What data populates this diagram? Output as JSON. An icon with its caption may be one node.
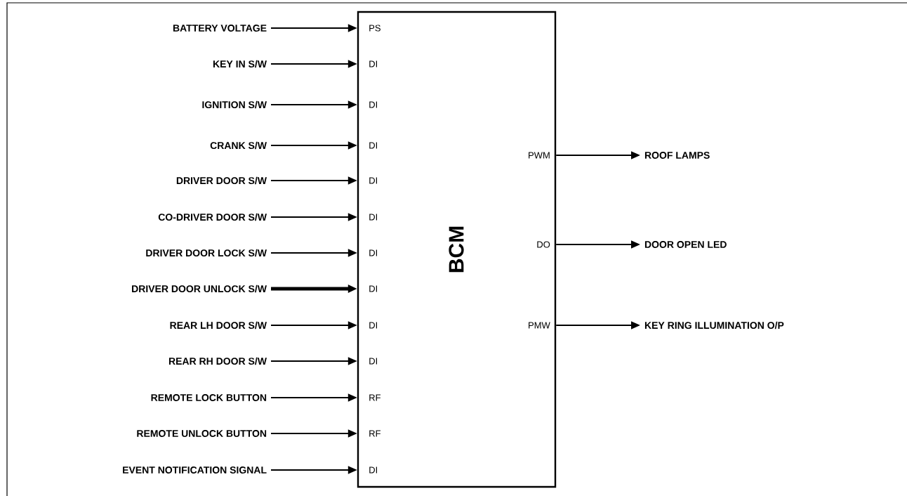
{
  "diagram": {
    "nodes": [
      {
        "text": [
          "BCM"
        ]
      },
      {
        "text": [
          "BATTERY VOLTAGE"
        ]
      },
      {
        "text": [
          "KEY IN S/W"
        ]
      },
      {
        "text": [
          "IGNITION S/W"
        ]
      },
      {
        "text": [
          "CRANK S/W"
        ]
      },
      {
        "text": [
          "DRIVER DOOR S/W"
        ]
      },
      {
        "text": [
          "CO-DRIVER DOOR S/W"
        ]
      },
      {
        "text": [
          "DRIVER DOOR LOCK S/W"
        ]
      },
      {
        "text": [
          "DRIVER DOOR UNLOCK S/W"
        ]
      },
      {
        "text": [
          "REAR LH DOOR S/W"
        ]
      },
      {
        "text": [
          "REAR RH DOOR S/W"
        ]
      },
      {
        "text": [
          "REMOTE LOCK BUTTON"
        ]
      },
      {
        "text": [
          "REMOTE UNLOCK BUTTON"
        ]
      },
      {
        "text": [
          "EVENT NOTIFICATION SIGNAL"
        ]
      },
      {
        "text": [
          "ROOF LAMPS"
        ]
      },
      {
        "text": [
          "DOOR OPEN LED"
        ]
      },
      {
        "text": [
          "KEY RING ILLUMINATION O/P"
        ]
      }
    ],
    "edges": [
      {
        "from": 1,
        "to": 0,
        "arrow": "to"
      },
      {
        "from": 2,
        "to": 0,
        "arrow": "to"
      },
      {
        "from": 3,
        "to": 0,
        "arrow": "to"
      },
      {
        "from": 4,
        "to": 0,
        "arrow": "to"
      },
      {
        "from": 5,
        "to": 0,
        "arrow": "to"
      },
      {
        "from": 6,
        "to": 0,
        "arrow": "to"
      },
      {
        "from": 7,
        "to": 0,
        "arrow": "to"
      },
      {
        "from": 8,
        "to": 0,
        "arrow": "to",
        "style": "thick"
      },
      {
        "from": 9,
        "to": 0,
        "arrow": "to"
      },
      {
        "from": 10,
        "to": 0,
        "arrow": "to"
      },
      {
        "from": 11,
        "to": 0,
        "arrow": "to"
      },
      {
        "from": 12,
        "to": 0,
        "arrow": "to"
      },
      {
        "from": 13,
        "to": 0,
        "arrow": "to"
      },
      {
        "from": 0,
        "to": 14,
        "arrow": "to"
      },
      {
        "from": 0,
        "to": 15,
        "arrow": "to"
      },
      {
        "from": 0,
        "to": 16,
        "arrow": "to"
      }
    ],
    "labels": [
      "PS",
      "DI",
      "DI",
      "DI",
      "PWM",
      "DI",
      "DI",
      "DO",
      "DI",
      "DI",
      "DI",
      "PMW",
      "DI",
      "RF",
      "RF",
      "DI"
    ]
  }
}
